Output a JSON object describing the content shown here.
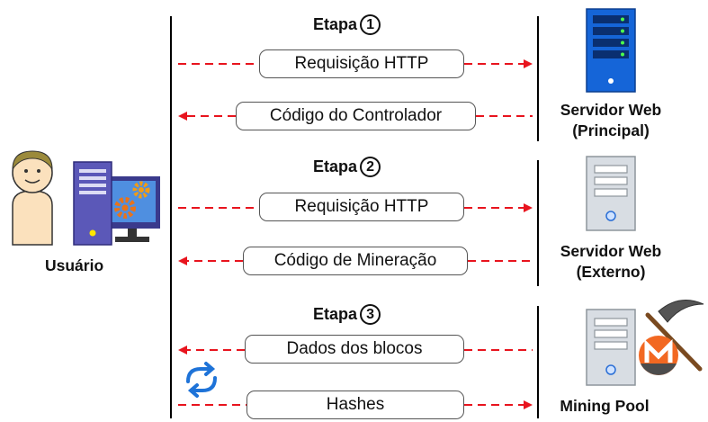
{
  "steps": [
    {
      "label": "Etapa",
      "number": "1"
    },
    {
      "label": "Etapa",
      "number": "2"
    },
    {
      "label": "Etapa",
      "number": "3"
    }
  ],
  "messages": {
    "req_http_1": "Requisição HTTP",
    "controller_code": "Código do Controlador",
    "req_http_2": "Requisição HTTP",
    "mining_code": "Código de Mineração",
    "block_data": "Dados dos blocos",
    "hashes": "Hashes"
  },
  "actors": {
    "user": "Usuário",
    "server_main_line1": "Servidor Web",
    "server_main_line2": "(Principal)",
    "server_ext_line1": "Servidor Web",
    "server_ext_line2": "(Externo)",
    "mining_pool": "Mining Pool"
  },
  "colors": {
    "arrow": "#e8141e",
    "line": "#000000",
    "server_blue": "#1565d8",
    "server_gray": "#d8dde3",
    "monitor_purple": "#5b58b8",
    "gear_orange": "#f39c12",
    "monero_orange": "#f26822",
    "sync_blue": "#1e73d8"
  },
  "icons": [
    "user-avatar-icon",
    "computer-icon",
    "gear-icon",
    "server-blue-icon",
    "server-gray-icon",
    "pickaxe-icon",
    "monero-icon",
    "sync-icon"
  ]
}
